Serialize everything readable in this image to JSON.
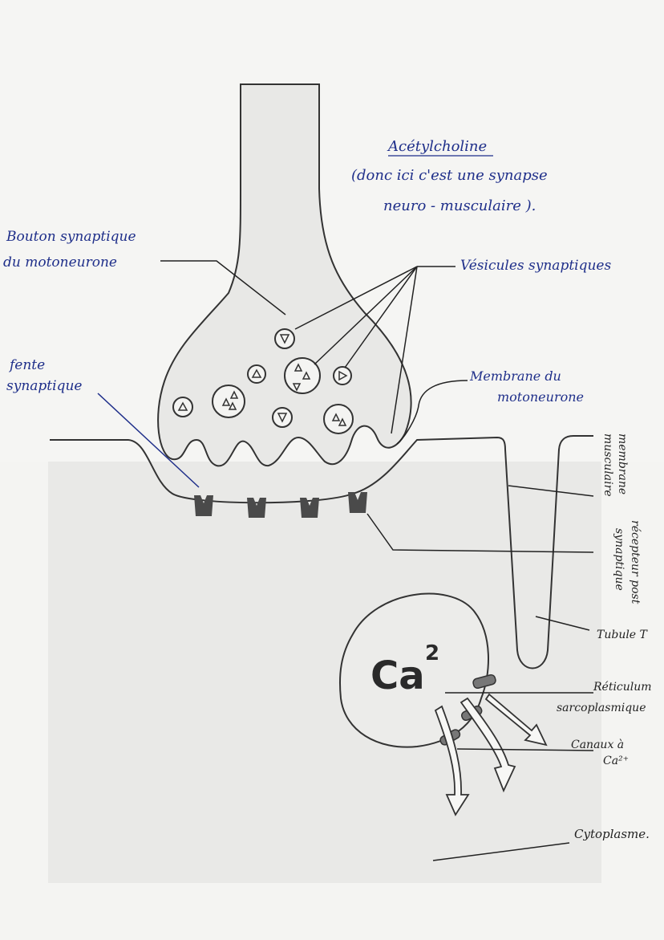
{
  "title_note": {
    "line1": "Acétylcholine",
    "line2": "(donc ici c'est une synapse",
    "line3": "neuro - musculaire )."
  },
  "labels": {
    "bouton_line1": "Bouton synaptique",
    "bouton_line2": "du motoneurone",
    "vesicules": "Vésicules synaptiques",
    "fente_line1": "fente",
    "fente_line2": "synaptique",
    "membrane_motoneurone_line1": "Membrane du",
    "membrane_motoneurone_line2": "motoneurone",
    "membrane_musculaire_line1": "membrane",
    "membrane_musculaire_line2": "musculaire",
    "recepteur_line1": "récepteur post",
    "recepteur_line2": "synaptique",
    "tubule": "Tubule T",
    "reticulum_line1": "Réticulum",
    "reticulum_line2": "sarcoplasmique",
    "canaux_line1": "Canaux à",
    "canaux_line2": "Ca²⁺",
    "cytoplasme": "Cytoplasme."
  },
  "calcium_label": "Ca",
  "calcium_exponent": "2",
  "colors": {
    "ink_blue": "#1f2f8a",
    "ink_black": "#222222",
    "terminal_fill": "#e6e6e4",
    "reticulum_fill": "#ececea",
    "receptor_fill": "#4a4a4a"
  }
}
